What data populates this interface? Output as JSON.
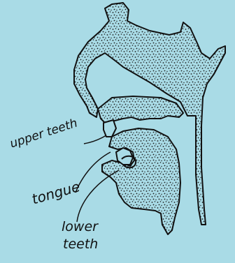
{
  "diagram": {
    "colors": {
      "background": "#a9dbe6",
      "tissue": "#a9dbe6",
      "stipple": "#1b1b1b",
      "outline": "#111111"
    },
    "labels": {
      "upper_teeth": "upper teeth",
      "tongue": "tongue",
      "lower_teeth_line1": "lower",
      "lower_teeth_line2": "teeth"
    }
  }
}
